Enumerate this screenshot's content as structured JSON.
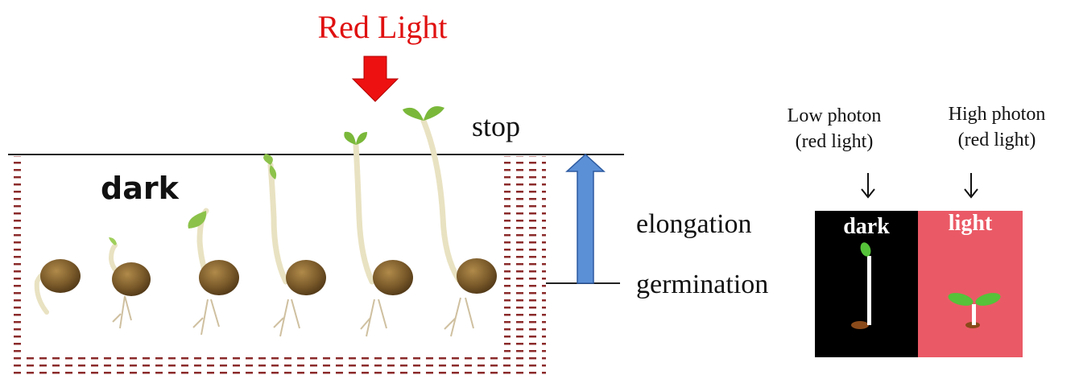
{
  "title": "Red Light",
  "labels": {
    "dark": "dark",
    "stop": "stop",
    "elongation": "elongation",
    "germination": "germination"
  },
  "inset": {
    "low_caption_1": "Low photon",
    "low_caption_2": "(red light)",
    "high_caption_1": "High photon",
    "high_caption_2": "(red light)",
    "dark_panel_label": "dark",
    "light_panel_label": "light"
  },
  "colors": {
    "title": "#e01010",
    "red_arrow": "#ee1111",
    "blue_arrow": "#5b8fd6",
    "hatch": "#8b2a2a",
    "dark_panel": "#000000",
    "light_panel": "#ea5a66",
    "leaf": "#55c23a",
    "seed": "#7a5a2a"
  }
}
